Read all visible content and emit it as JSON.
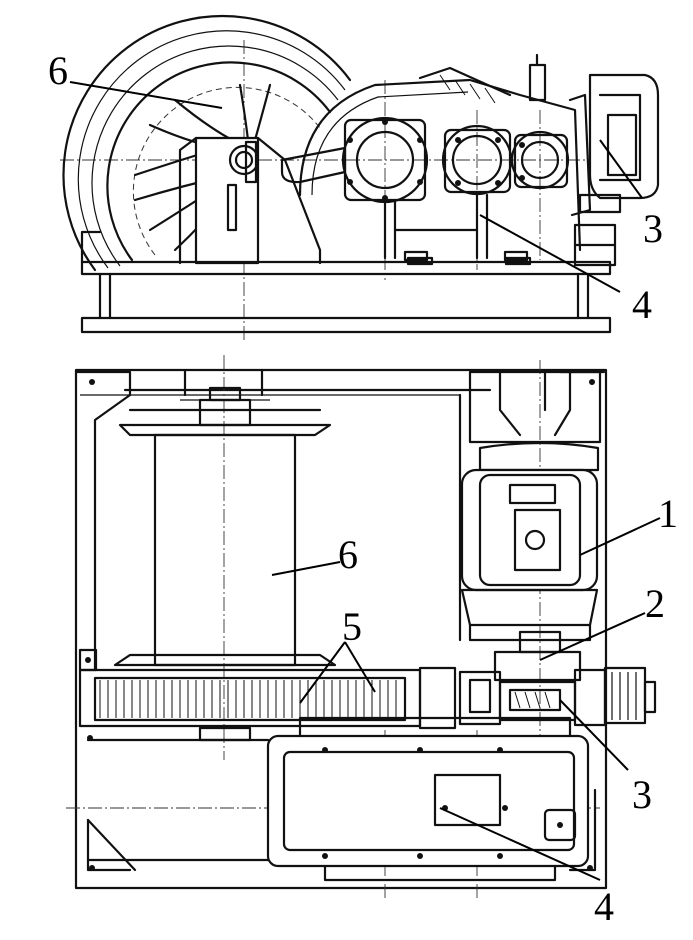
{
  "labels": {
    "top_6": "6",
    "top_3": "3",
    "top_4": "4",
    "plan_1": "1",
    "plan_2": "2",
    "plan_6": "6",
    "plan_5": "5",
    "plan_3": "3",
    "plan_4": "4"
  }
}
